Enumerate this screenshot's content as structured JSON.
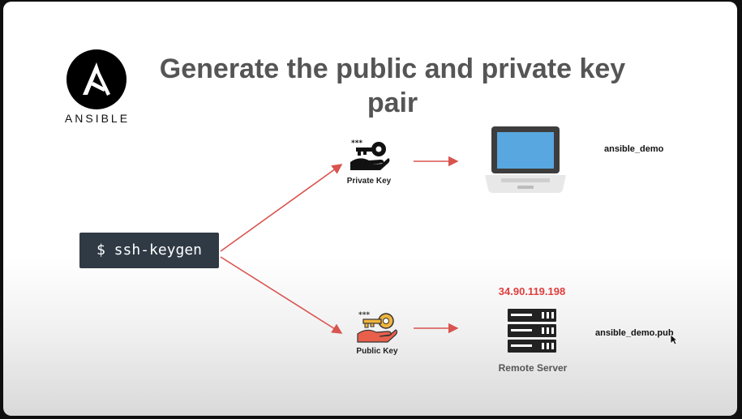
{
  "logo": {
    "wordmark": "ANSIBLE"
  },
  "title": "Generate the public and private key pair",
  "command": "$ ssh-keygen",
  "private_key_label": "Private Key",
  "public_key_label": "Public Key",
  "laptop_filename": "ansible_demo",
  "server_filename": "ansible_demo.pub",
  "server_ip": "34.90.119.198",
  "server_label": "Remote Server",
  "colors": {
    "arrow": "#d9534f",
    "terminal": "#2f3a45",
    "title": "#555555",
    "ip": "#e03c3c",
    "key_gold": "#f0b43c",
    "hand_red": "#e8604c"
  }
}
